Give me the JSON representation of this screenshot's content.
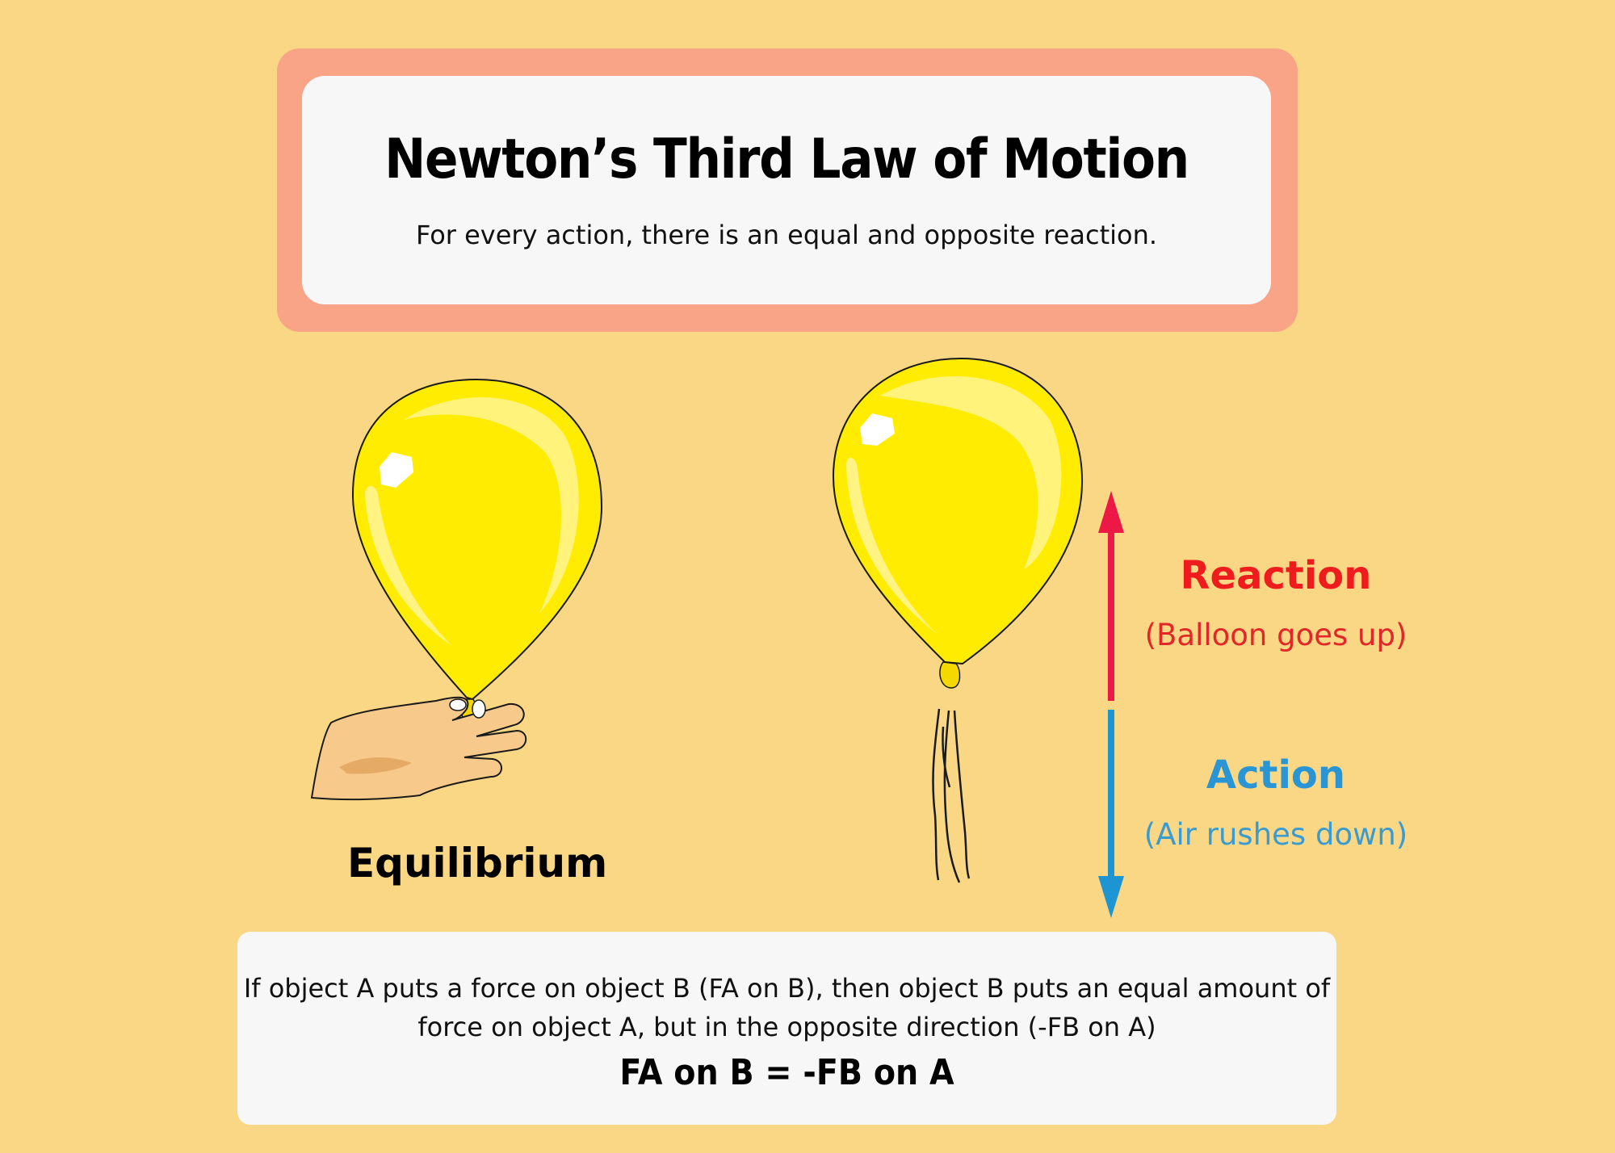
{
  "title": "Newton’s Third Law of Motion",
  "subtitle": "For every action, there is an equal and opposite reaction.",
  "left_panel": {
    "label": "Equilibrium",
    "illustration": "hand-holding-balloon"
  },
  "right_panel": {
    "illustration": "balloon-releasing-air",
    "reaction": {
      "label": "Reaction",
      "description": "(Balloon goes up)",
      "color": "#EE1C1C",
      "arrow_direction": "up"
    },
    "action": {
      "label": "Action",
      "description": "(Air rushes down)",
      "color": "#2A95D4",
      "arrow_direction": "down"
    }
  },
  "explanation": {
    "text": "If object A puts a force on object B (FA on B), then object B puts an equal amount of force on object A, but in the opposite direction (-FB on A)",
    "equation": "FA on B = -FB on A"
  },
  "colors": {
    "background": "#FAD784",
    "title_frame": "#F9A487",
    "panel": "#F7F7F8",
    "balloon": "#FFEC00"
  }
}
